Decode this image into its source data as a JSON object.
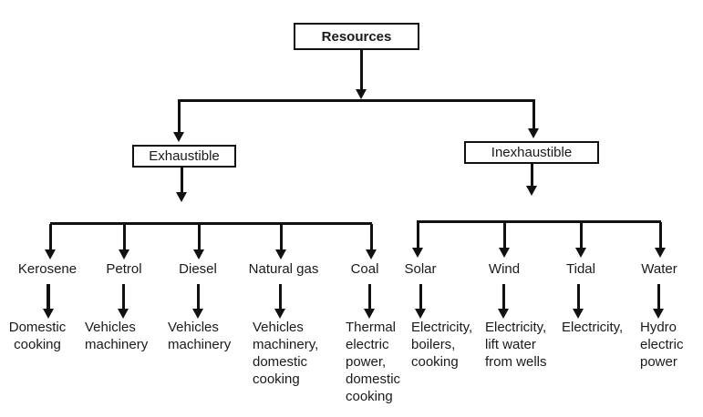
{
  "root": {
    "label": "Resources"
  },
  "branches": [
    {
      "label": "Exhaustible",
      "items": [
        {
          "name": "Kerosene",
          "use": "Domestic\ncooking"
        },
        {
          "name": "Petrol",
          "use": "Vehicles\nmachinery"
        },
        {
          "name": "Diesel",
          "use": "Vehicles\nmachinery"
        },
        {
          "name": "Natural gas",
          "use": "Vehicles\nmachinery,\ndomestic\ncooking"
        },
        {
          "name": "Coal",
          "use": "Thermal\nelectric\npower,\ndomestic\ncooking"
        }
      ]
    },
    {
      "label": "Inexhaustible",
      "items": [
        {
          "name": "Solar",
          "use": "Electricity,\nboilers,\ncooking"
        },
        {
          "name": "Wind",
          "use": "Electricity,\nlift water\nfrom wells"
        },
        {
          "name": "Tidal",
          "use": "Electricity,"
        },
        {
          "name": "Water",
          "use": "Hydro\nelectric\npower"
        }
      ]
    }
  ],
  "colors": {
    "ink": "#1a1a1a",
    "background": "#ffffff"
  }
}
